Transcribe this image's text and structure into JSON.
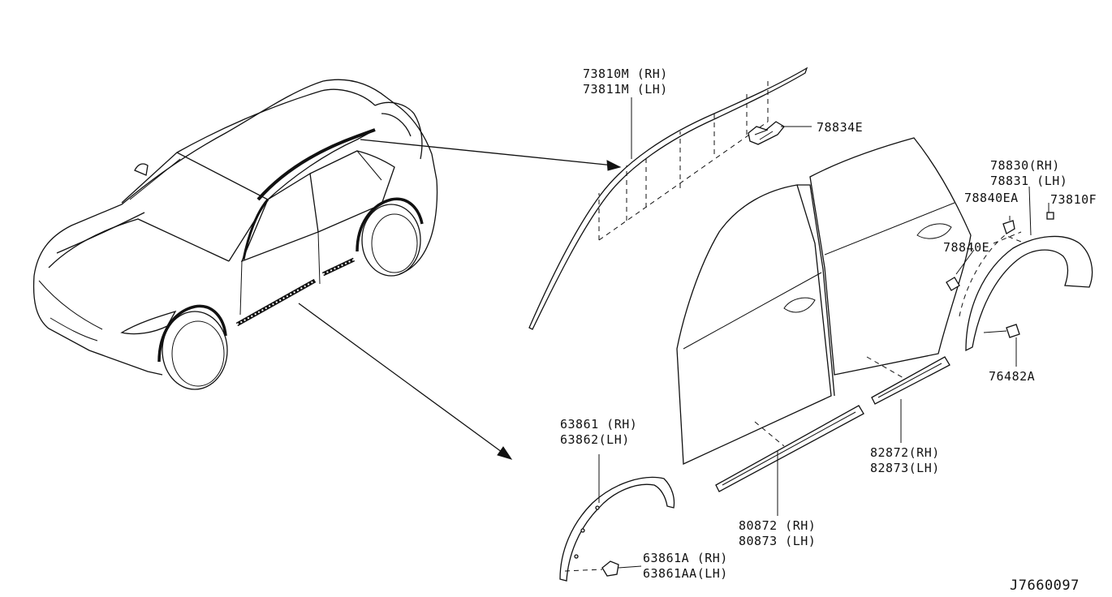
{
  "diagram": {
    "labels": {
      "roof_molding_rh": "73810M (RH)",
      "roof_molding_lh": "73811M (LH)",
      "clip_78834e": "78834E",
      "fender_rear_rh": "78830(RH)",
      "fender_rear_lh": "78831 (LH)",
      "clip_78840ea": "78840EA",
      "clip_73810f": "73810F",
      "clip_78840e": "78840E",
      "screw_76482a": "76482A",
      "front_fender_rh": "63861 (RH)",
      "front_fender_lh": "63862(LH)",
      "rear_door_molding_rh": "82872(RH)",
      "rear_door_molding_lh": "82873(LH)",
      "front_door_molding_rh": "80872 (RH)",
      "front_door_molding_lh": "80873 (LH)",
      "front_clip_rh": "63861A  (RH)",
      "front_clip_lh": "63861AA(LH)",
      "diagram_id": "J7660097"
    }
  }
}
